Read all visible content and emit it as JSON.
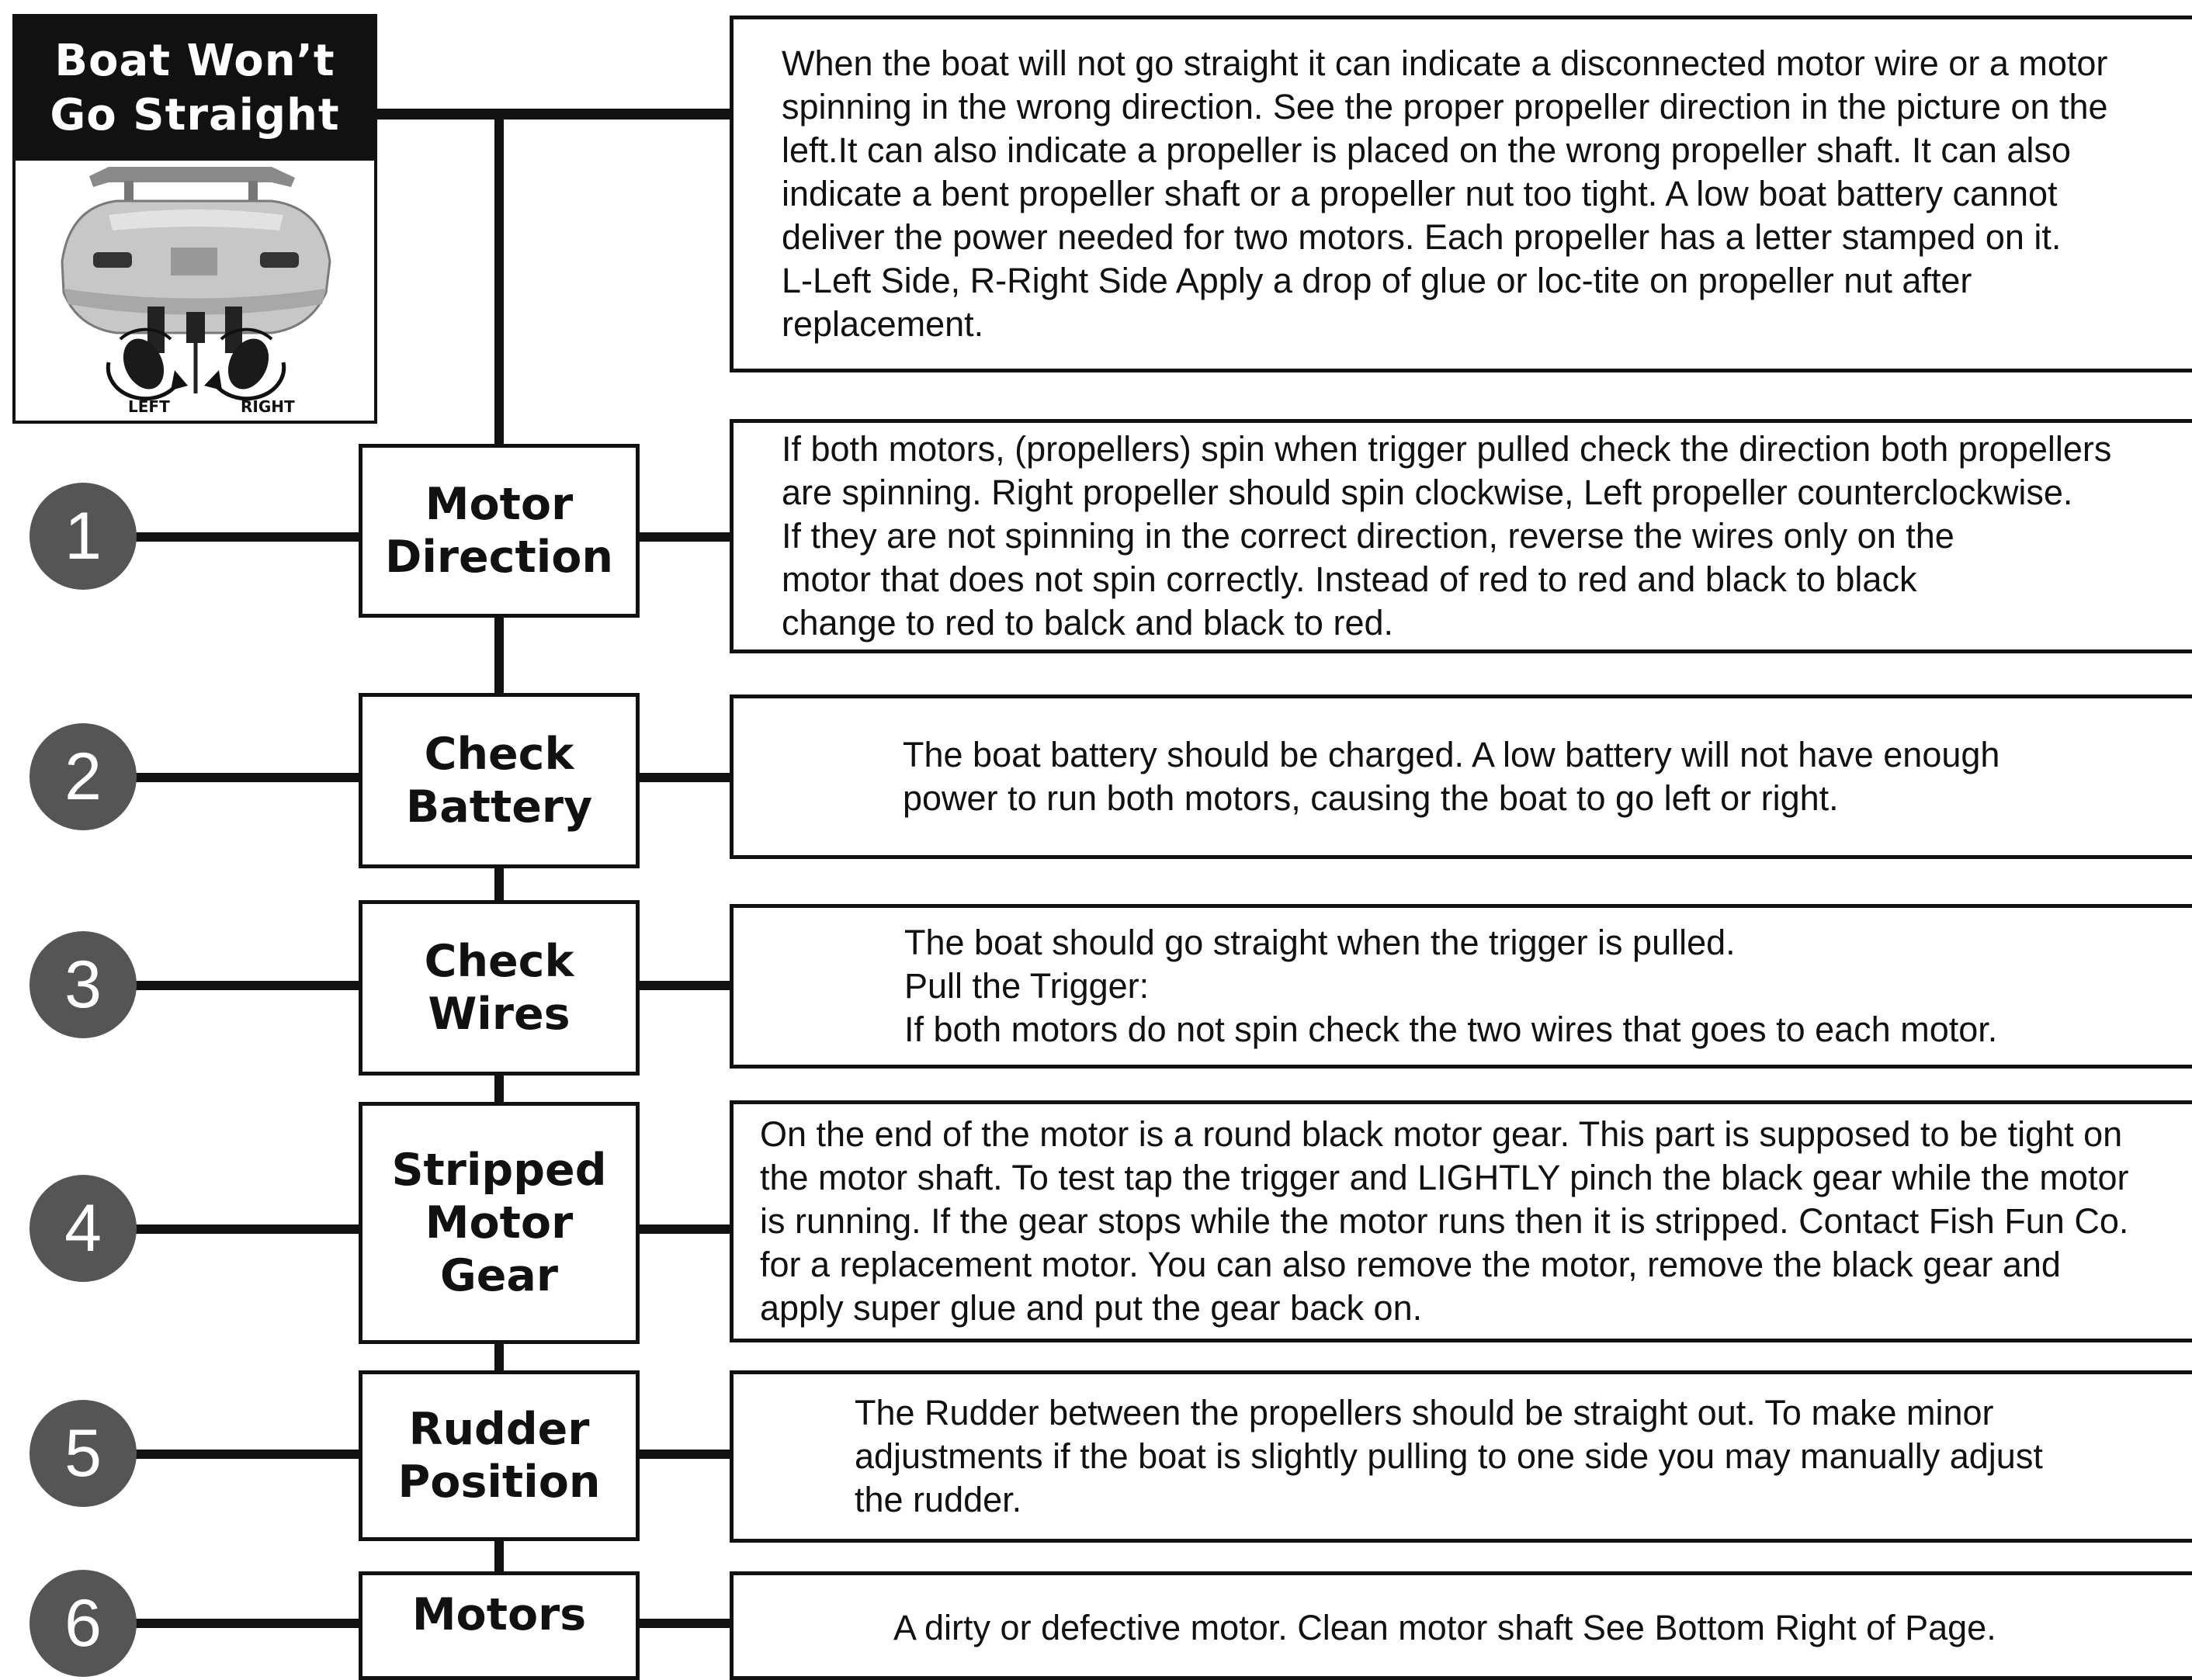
{
  "header": {
    "title_lines": [
      "Boat Won’t",
      "Go Straight"
    ],
    "image_labels": {
      "left": "LEFT",
      "right": "RIGHT"
    },
    "description_lines": [
      "When the boat will not go straight it can indicate a disconnected motor wire or a motor",
      "spinning in the wrong direction. See the proper propeller direction in the picture on the",
      "left.It can also indicate a propeller is placed on the wrong propeller shaft. It can also",
      "indicate a bent propeller shaft or a propeller nut too tight. A low boat battery cannot",
      "deliver the power needed for two motors. Each propeller has a letter stamped on it.",
      "L-Left Side, R-Right Side Apply a drop of glue or loc-tite on propeller nut after",
      "replacement."
    ]
  },
  "steps": [
    {
      "number": "1",
      "label_lines": [
        "Motor",
        "Direction"
      ],
      "description_lines": [
        "If both motors, (propellers) spin when trigger pulled check the direction both propellers",
        "are spinning. Right propeller should spin clockwise, Left propeller counterclockwise.",
        "If they are not spinning in the correct direction, reverse the wires only on the",
        "motor that does not spin correctly. Instead of red to red and black to black",
        "change to red to balck and black to red."
      ]
    },
    {
      "number": "2",
      "label_lines": [
        "Check",
        "Battery"
      ],
      "description_lines": [
        "The boat battery should be charged. A low battery will not have enough",
        "power to run both motors, causing the boat to go left or right."
      ]
    },
    {
      "number": "3",
      "label_lines": [
        "Check",
        "Wires"
      ],
      "description_lines": [
        "The boat should go straight when the trigger is pulled.",
        "Pull the Trigger:",
        "If both motors do not spin check the two wires that goes to each motor."
      ]
    },
    {
      "number": "4",
      "label_lines": [
        "Stripped",
        "Motor",
        "Gear"
      ],
      "description_lines": [
        "On the end of the motor is a round black motor gear. This part is supposed to be tight on",
        "the motor shaft. To test tap the trigger and LIGHTLY pinch the black gear while the motor",
        "is running. If the gear stops while the motor runs then it is stripped. Contact Fish Fun Co.",
        "for a replacement motor. You can also remove the motor, remove the black gear and",
        "apply super glue and put the gear back on."
      ]
    },
    {
      "number": "5",
      "label_lines": [
        "Rudder",
        "Position"
      ],
      "description_lines": [
        "The Rudder between the propellers should be straight out.  To make minor",
        "adjustments if the boat is slightly pulling to one side you may manually adjust",
        "the rudder."
      ]
    },
    {
      "number": "6",
      "label_lines": [
        "Motors"
      ],
      "description_lines": [
        "A dirty or defective motor.  Clean motor shaft See Bottom Right of Page."
      ]
    }
  ]
}
